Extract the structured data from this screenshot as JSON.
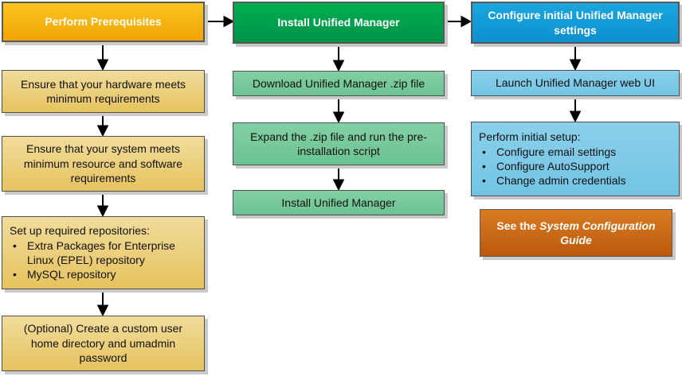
{
  "ui": {
    "bullet": "•"
  },
  "colors": {
    "gold_header_top": "#fbc520",
    "gold_header_bottom": "#efa303",
    "yellow_step_top": "#f1dc9c",
    "yellow_step_bottom": "#e6c35e",
    "green_header_top": "#00ae51",
    "green_header_bottom": "#009348",
    "green_step_top": "#84cfa5",
    "green_step_bottom": "#6bc392",
    "blue_header_top": "#1ba6de",
    "blue_header_bottom": "#0c90d0",
    "blue_step_top": "#8bd0eb",
    "blue_step_bottom": "#72c4e4",
    "orange_note_top": "#d87c22",
    "orange_note_bottom": "#bd590d",
    "arrow": "#000000",
    "shadow": "#cacaca",
    "header_text": "#ffffff",
    "step_text": "#111111"
  },
  "columns": [
    {
      "header": "Perform Prerequisites",
      "steps": [
        {
          "text": "Ensure that your hardware meets minimum requirements"
        },
        {
          "text": "Ensure that your system meets minimum resource and software requirements"
        },
        {
          "title": "Set up required repositories:",
          "bullets": [
            "Extra Packages for Enterprise Linux (EPEL) repository",
            "MySQL repository"
          ]
        },
        {
          "text": "(Optional) Create a custom user home directory and umadmin password"
        }
      ]
    },
    {
      "header": "Install Unified Manager",
      "steps": [
        {
          "text": "Download Unified Manager .zip file"
        },
        {
          "text": "Expand the .zip file and run the pre-installation script"
        },
        {
          "text": "Install Unified Manager"
        }
      ]
    },
    {
      "header": "Configure initial Unified Manager settings",
      "steps": [
        {
          "text": "Launch Unified Manager web UI"
        },
        {
          "title": "Perform initial setup:",
          "bullets": [
            "Configure email settings",
            "Configure AutoSupport",
            "Change admin credentials"
          ]
        }
      ]
    }
  ],
  "note": {
    "prefix": "See the ",
    "italic_text": "System Configuration Guide"
  }
}
